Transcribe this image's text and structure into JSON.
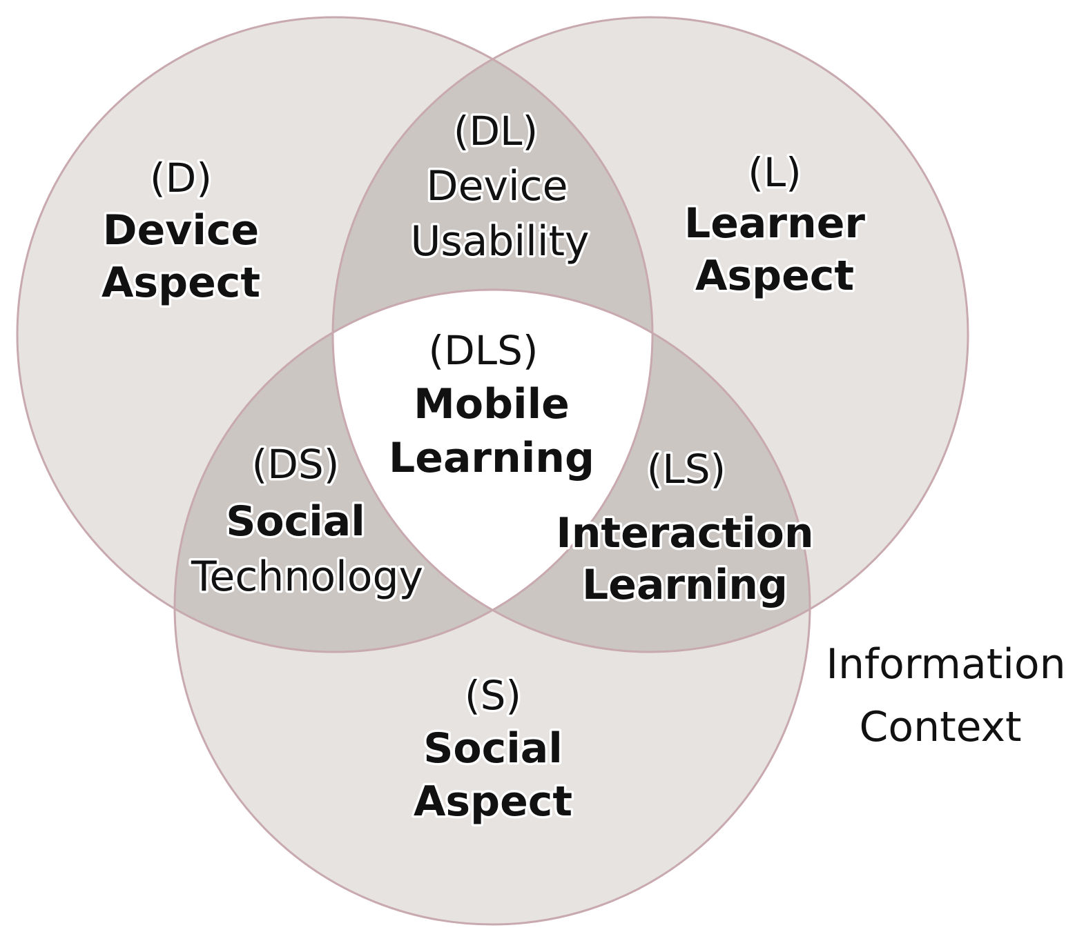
{
  "sets": {
    "device": {
      "code": "(D)",
      "line1": "Device",
      "line2": "Aspect"
    },
    "learner": {
      "code": "(L)",
      "line1": "Learner",
      "line2": "Aspect"
    },
    "social": {
      "code": "(S)",
      "line1": "Social",
      "line2": "Aspect"
    }
  },
  "intersections": {
    "dl": {
      "code": "(DL)",
      "line1": "Device",
      "line2": "Usability"
    },
    "ds": {
      "code": "(DS)",
      "line1": "Social",
      "line2": "Technology"
    },
    "ls": {
      "code": "(LS)",
      "line1": "Interaction",
      "line2": "Learning"
    },
    "dls": {
      "code": "(DLS)",
      "line1": "Mobile",
      "line2": "Learning"
    }
  },
  "outer_label": {
    "line1": "Information",
    "line2": "Context"
  },
  "colors": {
    "circle_fill": "#e6e3e0",
    "pair_overlap_fill": "#cbc6c2",
    "center_fill": "#ffffff",
    "circle_stroke": "#c9a9b0"
  }
}
